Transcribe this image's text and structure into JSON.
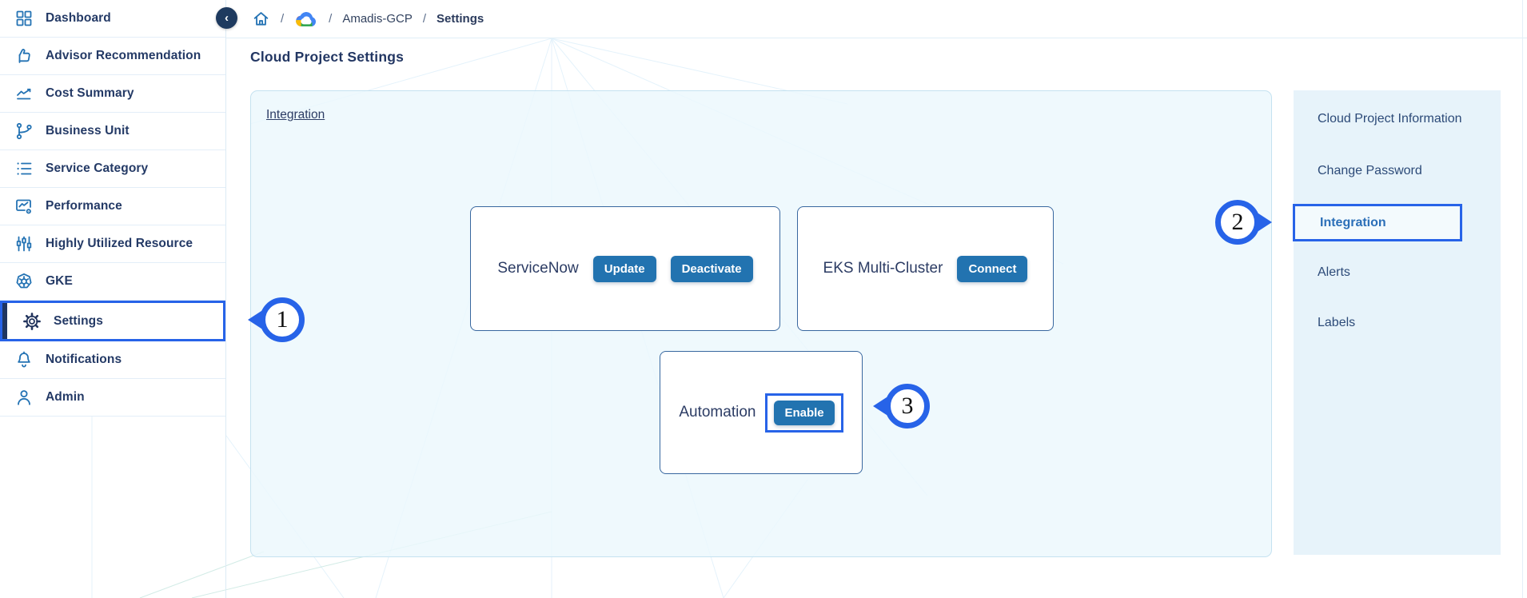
{
  "header": {
    "collapse_icon": "‹",
    "breadcrumb": {
      "separator": "/",
      "project": "Amadis-GCP",
      "page": "Settings"
    }
  },
  "sidebar": {
    "active": "Settings",
    "items": [
      {
        "label": "Dashboard",
        "icon": "dashboard-grid-icon"
      },
      {
        "label": "Advisor Recommendation",
        "icon": "thumbs-up-icon"
      },
      {
        "label": "Cost Summary",
        "icon": "line-chart-icon"
      },
      {
        "label": "Business Unit",
        "icon": "git-branch-icon"
      },
      {
        "label": "Service Category",
        "icon": "list-icon"
      },
      {
        "label": "Performance",
        "icon": "chart-eye-icon"
      },
      {
        "label": "Highly Utilized Resource",
        "icon": "candlestick-icon"
      },
      {
        "label": "GKE",
        "icon": "kubernetes-icon"
      },
      {
        "label": "Settings",
        "icon": "gear-icon"
      },
      {
        "label": "Notifications",
        "icon": "bell-icon"
      },
      {
        "label": "Admin",
        "icon": "person-icon"
      }
    ]
  },
  "main": {
    "title": "Cloud Project Settings",
    "integration_link": "Integration",
    "cards": [
      {
        "name": "ServiceNow",
        "buttons": [
          "Update",
          "Deactivate"
        ]
      },
      {
        "name": "EKS Multi-Cluster",
        "buttons": [
          "Connect"
        ]
      },
      {
        "name": "Automation",
        "buttons": [
          "Enable"
        ]
      }
    ]
  },
  "settings_nav": {
    "active": "Integration",
    "items": [
      "Cloud Project Information",
      "Change Password",
      "Integration",
      "Alerts",
      "Labels"
    ]
  },
  "annotations": {
    "steps": [
      "1",
      "2",
      "3"
    ]
  },
  "colors": {
    "annotation_blue": "#2763e8",
    "button_blue": "#2273b0",
    "navy_text": "#243a66",
    "icon_blue": "#2473b4",
    "panel_bg": "#ebf8fd",
    "right_panel_bg": "#e6f2fa"
  }
}
